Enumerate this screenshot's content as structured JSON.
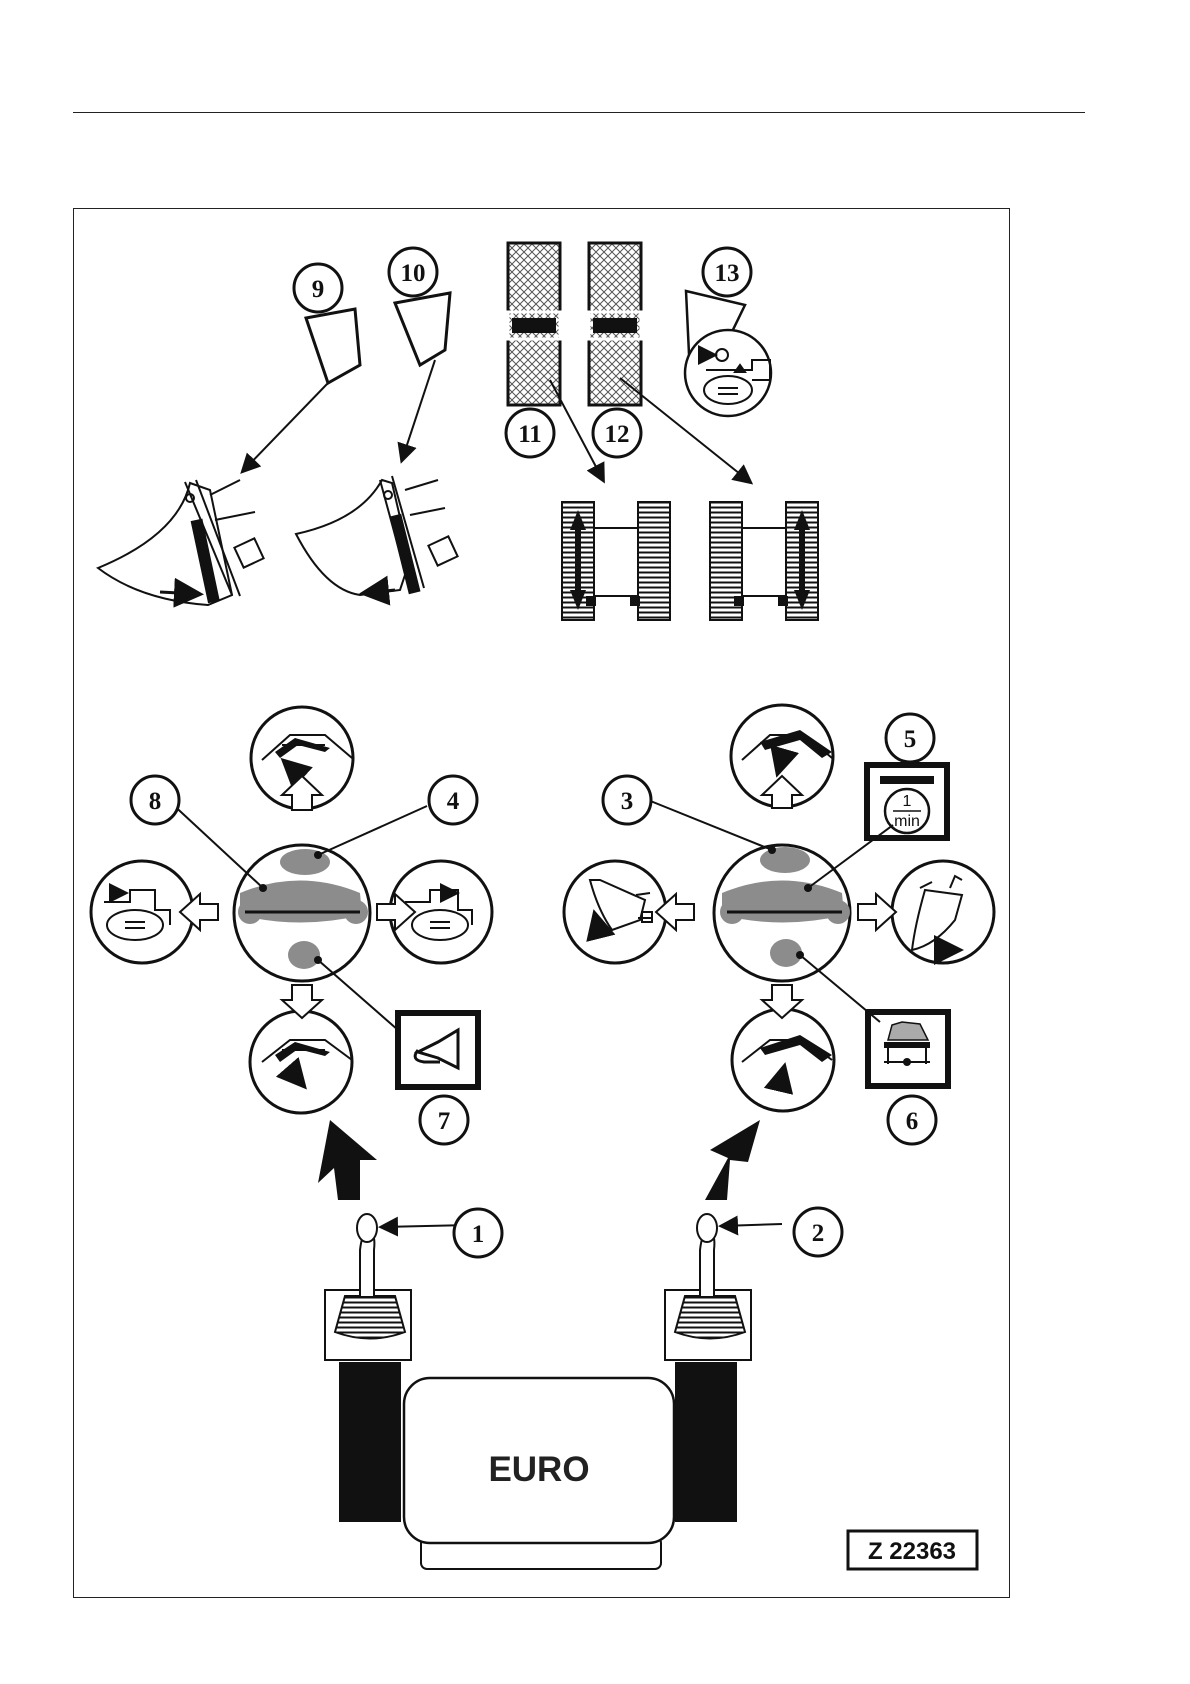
{
  "page": {
    "header_rule": true
  },
  "callouts": {
    "c1": "1",
    "c2": "2",
    "c3": "3",
    "c4": "4",
    "c5": "5",
    "c6": "6",
    "c7": "7",
    "c8": "8",
    "c9": "9",
    "c10": "10",
    "c11": "11",
    "c12": "12",
    "c13": "13"
  },
  "labels": {
    "euro": "EURO",
    "figure_ref": "Z 22363",
    "rpm_top": "1",
    "rpm_bottom": "min"
  },
  "icons": {
    "left_joystick": "joystick-icon",
    "right_joystick": "joystick-icon",
    "horn": "horn-icon",
    "hammer": "hammer-icon",
    "track_pedal_left": "pedal-icon",
    "track_pedal_right": "pedal-icon",
    "swing": "swing-icon",
    "engine_speed": "engine-speed-icon"
  },
  "colors": {
    "ink": "#111111",
    "grip_gray": "#8c8c8c",
    "pedal_dark": "#2b2b2b"
  }
}
